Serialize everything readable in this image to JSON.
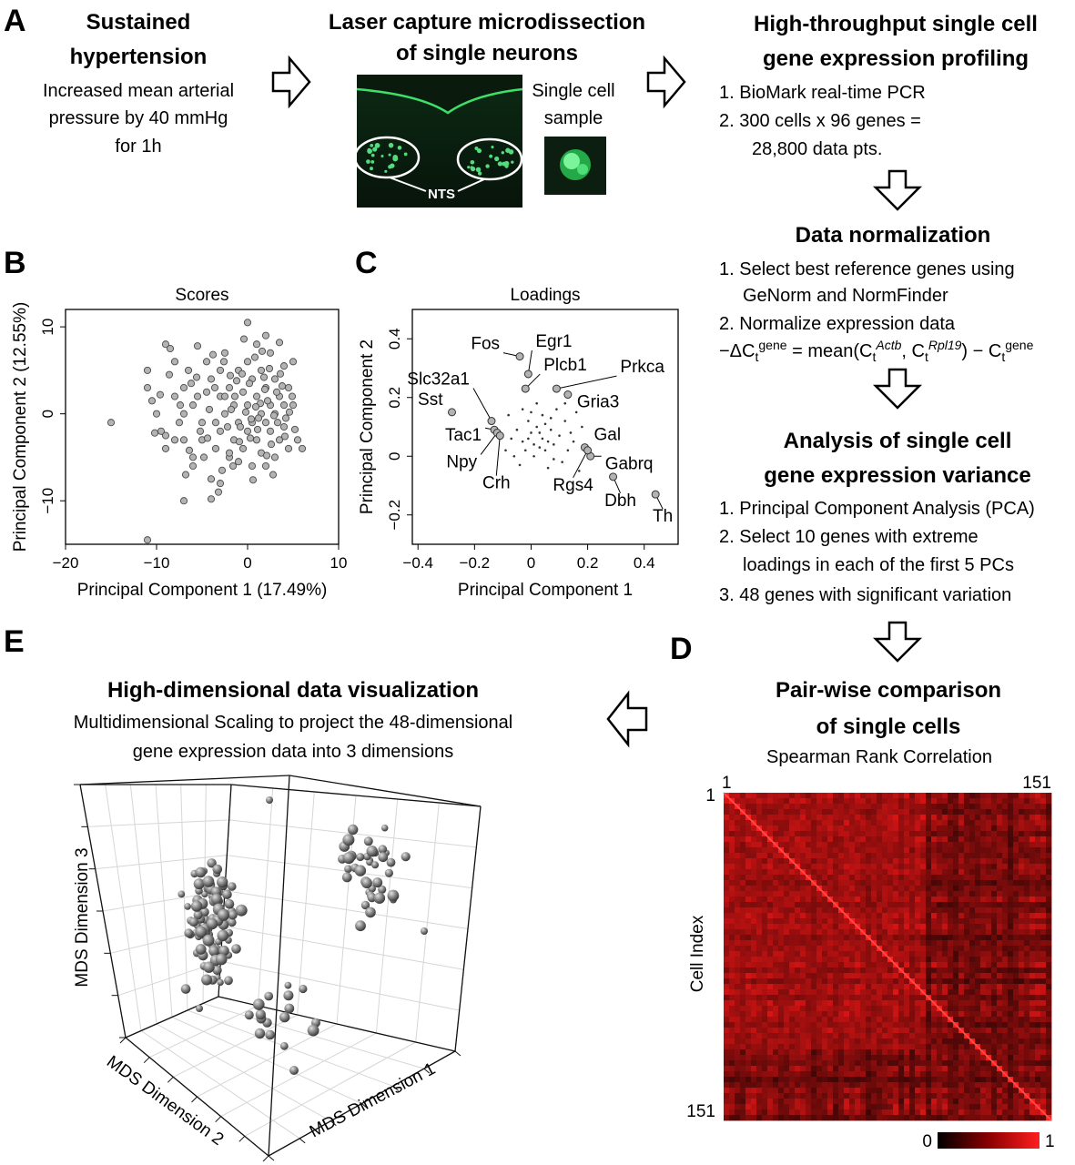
{
  "colors": {
    "micro_green": "#2fd05a",
    "heat_low": "#000000",
    "heat_high": "#ff1e1e",
    "point_gray": "#8a8a8a"
  },
  "panelA": {
    "letter": "A",
    "step1": {
      "title": [
        "Sustained",
        "hypertension"
      ],
      "desc": [
        "Increased mean arterial",
        "pressure by 40 mmHg",
        "for 1h"
      ]
    },
    "step2": {
      "title": [
        "Laser capture microdissection",
        "of single neurons"
      ],
      "nts_label": "NTS",
      "single_cell": [
        "Single cell",
        "sample"
      ]
    },
    "step3": {
      "title": [
        "High-throughput single cell",
        "gene expression profiling"
      ],
      "items": [
        "1. BioMark real-time PCR",
        "2. 300 cells x 96 genes =",
        "28,800 data pts."
      ]
    }
  },
  "normalization": {
    "title": "Data normalization",
    "items": [
      "1. Select best reference genes using",
      "GeNorm and NormFinder",
      "2. Normalize expression data"
    ],
    "formula": {
      "lhs": "−ΔC",
      "lhs_sub": "t",
      "lhs_sup": "gene",
      "mid": " = mean(C",
      "sub1": "t",
      "sup1": "Actb",
      "comma": ", C",
      "sub2": "t",
      "sup2": "Rpl19",
      "tail": ") − C",
      "sub3": "t",
      "sup3": "gene"
    }
  },
  "analysis": {
    "title": [
      "Analysis of single cell",
      "gene expression variance"
    ],
    "items": [
      "1. Principal Component Analysis (PCA)",
      "2. Select 10 genes with extreme",
      "loadings in each of the first 5 PCs",
      "3. 48 genes with significant variation"
    ]
  },
  "panelB": {
    "letter": "B",
    "chart_data": {
      "type": "scatter",
      "title": "Scores",
      "xlabel": "Principal Component 1 (17.49%)",
      "ylabel": "Principal Component 2 (12.55%)",
      "xlim": [
        -20,
        10
      ],
      "ylim": [
        -15,
        12
      ],
      "xticks": [
        -20,
        -10,
        0,
        10
      ],
      "yticks": [
        -10,
        0,
        10
      ],
      "points": [
        [
          -15,
          -1
        ],
        [
          -11,
          -14.5
        ],
        [
          -11,
          5
        ],
        [
          -11,
          3
        ],
        [
          -10.5,
          1.5
        ],
        [
          -10,
          0
        ],
        [
          -9.5,
          -2
        ],
        [
          -9,
          8
        ],
        [
          -9,
          -4
        ],
        [
          -8.5,
          7.5
        ],
        [
          -8,
          6
        ],
        [
          -8,
          2
        ],
        [
          -7.5,
          -1
        ],
        [
          -7,
          3
        ],
        [
          -7,
          0
        ],
        [
          -7,
          -3
        ],
        [
          -6.5,
          5
        ],
        [
          -6,
          -5
        ],
        [
          -6,
          1
        ],
        [
          -5.5,
          7.8
        ],
        [
          -5.5,
          2
        ],
        [
          -5,
          -1
        ],
        [
          -5,
          -3
        ],
        [
          -4.5,
          6
        ],
        [
          -4.5,
          2.5
        ],
        [
          -4,
          4
        ],
        [
          -4,
          -7.5
        ],
        [
          -4,
          -9.8
        ],
        [
          -3.5,
          -1
        ],
        [
          -3.5,
          -4
        ],
        [
          -3,
          5
        ],
        [
          -3,
          2
        ],
        [
          -3,
          -2
        ],
        [
          -2.5,
          7
        ],
        [
          -2.5,
          0
        ],
        [
          -2,
          3
        ],
        [
          -2,
          -5
        ],
        [
          -1.5,
          1
        ],
        [
          -1.5,
          -3
        ],
        [
          -1,
          5
        ],
        [
          -1,
          -1
        ],
        [
          -0.5,
          2.5
        ],
        [
          -0.5,
          -4
        ],
        [
          0,
          10.5
        ],
        [
          0,
          6
        ],
        [
          0,
          1
        ],
        [
          0,
          -2
        ],
        [
          0.5,
          4
        ],
        [
          0.5,
          -1
        ],
        [
          0.5,
          -6
        ],
        [
          1,
          8
        ],
        [
          1,
          2
        ],
        [
          1,
          -3
        ],
        [
          1.5,
          5
        ],
        [
          1.5,
          0
        ],
        [
          1.5,
          -4.5
        ],
        [
          2,
          9
        ],
        [
          2,
          3
        ],
        [
          2,
          -1
        ],
        [
          2.5,
          7
        ],
        [
          2.5,
          1
        ],
        [
          2.5,
          -2
        ],
        [
          3,
          4
        ],
        [
          3,
          0
        ],
        [
          3,
          -5
        ],
        [
          3.5,
          2
        ],
        [
          3.5,
          -3
        ],
        [
          4,
          5.5
        ],
        [
          4,
          1
        ],
        [
          4,
          -1.5
        ],
        [
          4.5,
          3
        ],
        [
          4.5,
          -4
        ],
        [
          5,
          1
        ],
        [
          5,
          6
        ],
        [
          5.5,
          -3
        ],
        [
          6,
          -4
        ],
        [
          -6,
          -6
        ],
        [
          -2,
          -4.5
        ],
        [
          -1,
          -5.5
        ],
        [
          2,
          -6
        ],
        [
          2.8,
          -7
        ],
        [
          -8,
          -3
        ],
        [
          -9,
          -2.5
        ],
        [
          -3,
          -8
        ],
        [
          -7,
          -10
        ],
        [
          -2.5,
          2
        ],
        [
          -1.8,
          0.5
        ],
        [
          -0.8,
          -1.5
        ],
        [
          0.2,
          3.5
        ],
        [
          1.2,
          -0.5
        ],
        [
          2.2,
          1.5
        ],
        [
          3.2,
          2.5
        ],
        [
          4.2,
          -0.5
        ],
        [
          -4.2,
          0.5
        ],
        [
          -5.2,
          -2
        ],
        [
          -6.2,
          3.5
        ],
        [
          -3.8,
          6.8
        ],
        [
          -1.2,
          3.8
        ],
        [
          0.8,
          6.5
        ],
        [
          1.8,
          4.2
        ],
        [
          3.8,
          3.2
        ],
        [
          -2.2,
          -1.5
        ],
        [
          0.3,
          -2.8
        ],
        [
          1.4,
          1.2
        ],
        [
          2.6,
          -3.5
        ],
        [
          -1.6,
          -6
        ],
        [
          -0.2,
          0.2
        ],
        [
          -4.8,
          -5
        ],
        [
          3.3,
          -1
        ],
        [
          4.6,
          0.2
        ],
        [
          -7.4,
          1
        ],
        [
          -8.6,
          4.5
        ],
        [
          -6.8,
          -7
        ],
        [
          -3.2,
          -9
        ],
        [
          2.4,
          5.2
        ],
        [
          1.1,
          -1.8
        ],
        [
          -0.6,
          4.6
        ],
        [
          -5.6,
          4.2
        ],
        [
          -2.8,
          -6.5
        ],
        [
          0.6,
          -7.6
        ],
        [
          3.6,
          4.6
        ],
        [
          4.9,
          2
        ],
        [
          -1.4,
          2
        ],
        [
          -2.6,
          6
        ],
        [
          2.9,
          -0.2
        ],
        [
          -3.6,
          3
        ],
        [
          1.6,
          7.2
        ],
        [
          -0.9,
          -3.2
        ],
        [
          0.9,
          0.8
        ],
        [
          -4.4,
          -2.8
        ],
        [
          5.2,
          -1.8
        ],
        [
          -10.2,
          -2.2
        ],
        [
          -9.6,
          2.2
        ],
        [
          3.5,
          8.2
        ],
        [
          4.1,
          -2.6
        ],
        [
          -0.4,
          8.6
        ],
        [
          2.1,
          -4.8
        ],
        [
          -6.4,
          -4.2
        ],
        [
          -1.9,
          4.4
        ],
        [
          0.4,
          -0.6
        ],
        [
          1.9,
          2.8
        ]
      ]
    }
  },
  "panelC": {
    "letter": "C",
    "chart_data": {
      "type": "scatter",
      "title": "Loadings",
      "xlabel": "Principal Component 1",
      "ylabel": "Principal Component 2",
      "xlim": [
        -0.42,
        0.52
      ],
      "ylim": [
        -0.3,
        0.5
      ],
      "xticks": [
        -0.4,
        -0.2,
        0.0,
        0.2,
        0.4
      ],
      "yticks": [
        -0.2,
        0.0,
        0.2,
        0.4
      ],
      "labeled_points": [
        {
          "gene": "Fos",
          "x": -0.04,
          "y": 0.34
        },
        {
          "gene": "Egr1",
          "x": -0.01,
          "y": 0.28
        },
        {
          "gene": "Plcb1",
          "x": -0.02,
          "y": 0.23
        },
        {
          "gene": "Prkca",
          "x": 0.09,
          "y": 0.23
        },
        {
          "gene": "Gria3",
          "x": 0.13,
          "y": 0.21
        },
        {
          "gene": "Slc32a1",
          "x": -0.14,
          "y": 0.12
        },
        {
          "gene": "Sst",
          "x": -0.28,
          "y": 0.15
        },
        {
          "gene": "Tac1",
          "x": -0.13,
          "y": 0.09
        },
        {
          "gene": "Npy",
          "x": -0.12,
          "y": 0.08
        },
        {
          "gene": "Crh",
          "x": -0.11,
          "y": 0.07
        },
        {
          "gene": "Gal",
          "x": 0.19,
          "y": 0.03
        },
        {
          "gene": "Gabrq",
          "x": 0.21,
          "y": 0.0
        },
        {
          "gene": "Rgs4",
          "x": 0.2,
          "y": 0.02
        },
        {
          "gene": "Dbh",
          "x": 0.29,
          "y": -0.07
        },
        {
          "gene": "Th",
          "x": 0.44,
          "y": -0.13
        }
      ],
      "small_points": [
        [
          0.0,
          0.08
        ],
        [
          0.02,
          0.1
        ],
        [
          0.04,
          0.06
        ],
        [
          -0.03,
          0.05
        ],
        [
          0.05,
          0.11
        ],
        [
          0.07,
          0.09
        ],
        [
          -0.01,
          0.12
        ],
        [
          0.03,
          0.03
        ],
        [
          0.06,
          0.05
        ],
        [
          -0.05,
          0.09
        ],
        [
          0.01,
          0.0
        ],
        [
          0.08,
          0.04
        ],
        [
          -0.02,
          0.02
        ],
        [
          0.1,
          0.07
        ],
        [
          0.12,
          0.12
        ],
        [
          -0.07,
          0.06
        ],
        [
          0.04,
          0.14
        ],
        [
          0.09,
          0.16
        ],
        [
          0.14,
          0.08
        ],
        [
          -0.06,
          0.0
        ],
        [
          0.11,
          -0.02
        ],
        [
          0.16,
          0.15
        ],
        [
          0.02,
          0.18
        ],
        [
          -0.08,
          0.14
        ],
        [
          0.13,
          0.02
        ],
        [
          0.06,
          -0.04
        ],
        [
          -0.04,
          -0.03
        ],
        [
          0.0,
          0.15
        ],
        [
          0.03,
          0.08
        ],
        [
          0.05,
          0.02
        ],
        [
          -0.01,
          0.06
        ],
        [
          0.07,
          0.13
        ],
        [
          0.15,
          0.05
        ],
        [
          0.18,
          0.1
        ],
        [
          0.17,
          -0.05
        ],
        [
          0.01,
          0.04
        ],
        [
          -0.09,
          0.02
        ],
        [
          0.08,
          -0.01
        ],
        [
          0.12,
          0.18
        ],
        [
          -0.03,
          0.16
        ]
      ]
    }
  },
  "panelD": {
    "letter": "D",
    "title": [
      "Pair-wise comparison",
      "of single cells"
    ],
    "subtitle": "Spearman Rank Correlation",
    "top_left": "1",
    "top_right": "151",
    "left_top": "1",
    "left_bottom": "151",
    "ylabel": "Cell Index",
    "scale_min": "0",
    "scale_max": "1"
  },
  "panelE": {
    "letter": "E",
    "title": "High-dimensional data visualization",
    "desc": [
      "Multidimensional Scaling to project the 48-dimensional",
      "gene expression data into 3 dimensions"
    ],
    "axis1": "MDS Dimension 1",
    "axis2": "MDS Dimension 2",
    "axis3": "MDS Dimension 3"
  }
}
